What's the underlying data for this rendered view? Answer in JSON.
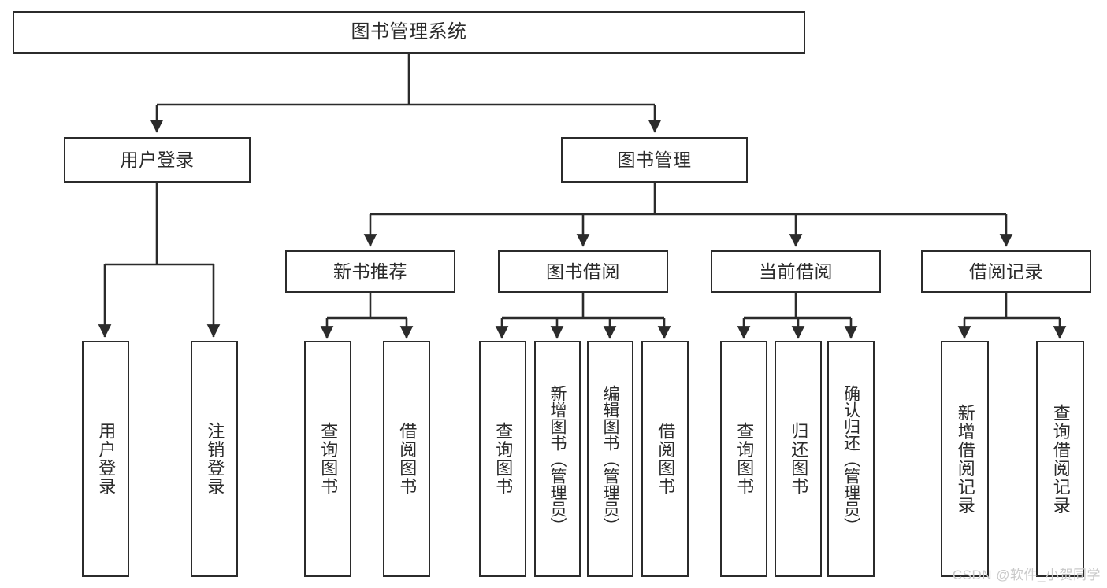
{
  "diagram": {
    "title": "图书管理系统",
    "type": "tree-hierarchy",
    "colors": {
      "box_border": "#2b2b2b",
      "box_fill": "#ffffff",
      "connector": "#2b2b2b",
      "text": "#2b2b2b",
      "watermark": "#c9c9c9",
      "background": "#ffffff"
    },
    "watermark": "CSDN @软件_小贺同学",
    "levels": {
      "level1": [
        "图书管理系统"
      ],
      "level2": [
        "用户登录",
        "图书管理"
      ],
      "level3": [
        "新书推荐",
        "图书借阅",
        "当前借阅",
        "借阅记录"
      ],
      "level4": [
        "用户登录",
        "注销登录",
        "查询图书",
        "借阅图书",
        "查询图书",
        "新增图书（管理员）",
        "编辑图书（管理员）",
        "借阅图书",
        "查询图书",
        "归还图书",
        "确认归还（管理员）",
        "新增借阅记录",
        "查询借阅记录"
      ]
    },
    "nodes": {
      "root": {
        "label": "图书管理系统"
      },
      "user_login": {
        "label": "用户登录"
      },
      "book_manage": {
        "label": "图书管理"
      },
      "new_book_rec": {
        "label": "新书推荐"
      },
      "book_borrow": {
        "label": "图书借阅"
      },
      "current_borrow": {
        "label": "当前借阅"
      },
      "borrow_record": {
        "label": "借阅记录"
      },
      "leaf_user_login": {
        "label": "用户登录"
      },
      "leaf_logout": {
        "label": "注销登录"
      },
      "leaf_query_book_1": {
        "label": "查询图书"
      },
      "leaf_borrow_book_1": {
        "label": "借阅图书"
      },
      "leaf_query_book_2": {
        "label": "查询图书"
      },
      "leaf_add_book": {
        "label": "新增图书（管理员）"
      },
      "leaf_edit_book": {
        "label": "编辑图书（管理员）"
      },
      "leaf_borrow_book_2": {
        "label": "借阅图书"
      },
      "leaf_query_book_3": {
        "label": "查询图书"
      },
      "leaf_return_book": {
        "label": "归还图书"
      },
      "leaf_confirm_return": {
        "label": "确认归还（管理员）"
      },
      "leaf_add_record": {
        "label": "新增借阅记录"
      },
      "leaf_query_record": {
        "label": "查询借阅记录"
      }
    }
  }
}
